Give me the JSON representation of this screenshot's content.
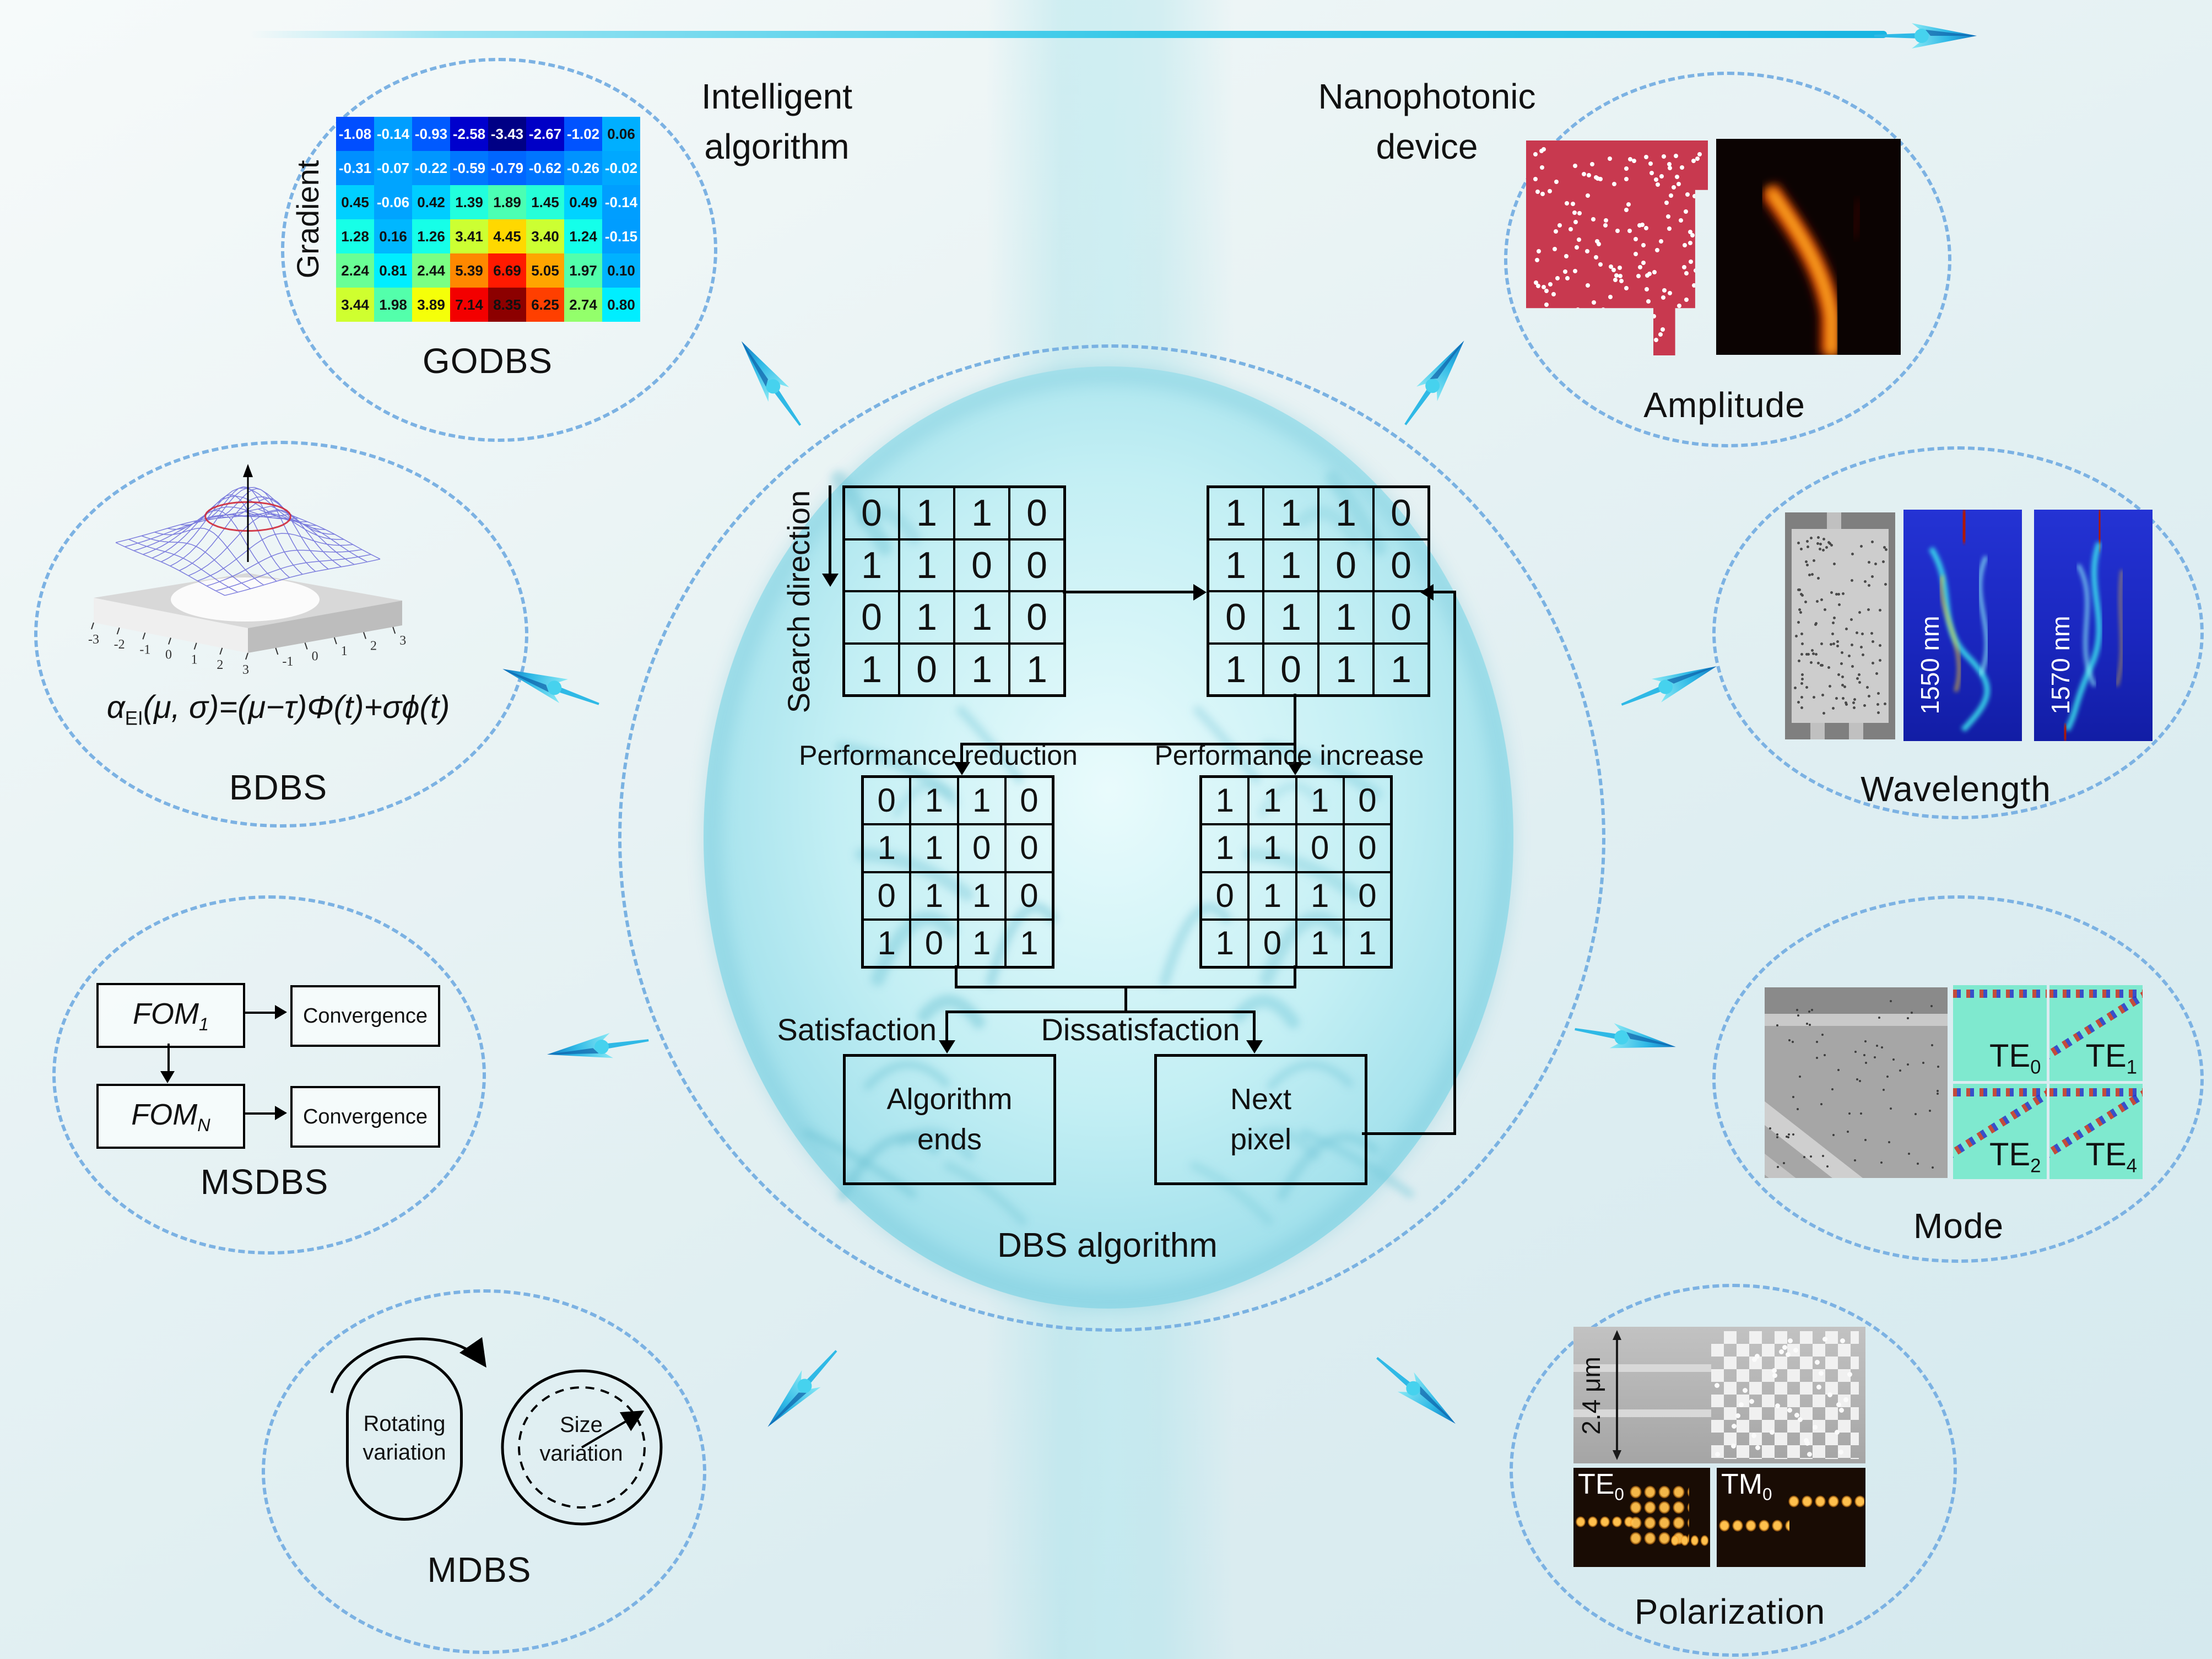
{
  "palette": {
    "accent_cyan": "#2fc3e6",
    "ellipse_dash_blue": "#7cb2e3",
    "device_red": "#c8394f",
    "sim_blue": "#1f2fd2",
    "mode_turquoise": "#7fe9cf"
  },
  "top": {
    "left_heading": "Intelligent\nalgorithm",
    "right_heading": "Nanophotonic\ndevice"
  },
  "center": {
    "search_direction": "Search direction",
    "performance_reduction": "Performance reduction",
    "performance_increase": "Performance increase",
    "satisfaction": "Satisfaction",
    "dissatisfaction": "Dissatisfaction",
    "algorithm_ends": "Algorithm\nends",
    "next_pixel": "Next\npixel",
    "title": "DBS algorithm",
    "matrix_initial": [
      [
        0,
        1,
        1,
        0
      ],
      [
        1,
        1,
        0,
        0
      ],
      [
        0,
        1,
        1,
        0
      ],
      [
        1,
        0,
        1,
        1
      ]
    ],
    "matrix_flipped": [
      [
        1,
        1,
        1,
        0
      ],
      [
        1,
        1,
        0,
        0
      ],
      [
        0,
        1,
        1,
        0
      ],
      [
        1,
        0,
        1,
        1
      ]
    ],
    "matrix_reduced": [
      [
        0,
        1,
        1,
        0
      ],
      [
        1,
        1,
        0,
        0
      ],
      [
        0,
        1,
        1,
        0
      ],
      [
        1,
        0,
        1,
        1
      ]
    ],
    "matrix_increased": [
      [
        1,
        1,
        1,
        0
      ],
      [
        1,
        1,
        0,
        0
      ],
      [
        0,
        1,
        1,
        0
      ],
      [
        1,
        0,
        1,
        1
      ]
    ]
  },
  "godbs": {
    "vertical_label": "Gradient",
    "title": "GODBS",
    "heatmap_range": [
      -3.5,
      8.5
    ],
    "heatmap": [
      [
        "-1.08",
        "-0.14",
        "-0.93",
        "-2.58",
        "-3.43",
        "-2.67",
        "-1.02",
        "0.06"
      ],
      [
        "-0.31",
        "-0.07",
        "-0.22",
        "-0.59",
        "-0.79",
        "-0.62",
        "-0.26",
        "-0.02"
      ],
      [
        "0.45",
        "-0.06",
        "0.42",
        "1.39",
        "1.89",
        "1.45",
        "0.49",
        "-0.14"
      ],
      [
        "1.28",
        "0.16",
        "1.26",
        "3.41",
        "4.45",
        "3.40",
        "1.24",
        "-0.15"
      ],
      [
        "2.24",
        "0.81",
        "2.44",
        "5.39",
        "6.69",
        "5.05",
        "1.97",
        "0.10"
      ],
      [
        "3.44",
        "1.98",
        "3.89",
        "7.14",
        "8.35",
        "6.25",
        "2.74",
        "0.80"
      ]
    ]
  },
  "bdbs": {
    "formula_alpha": "α",
    "formula_sub": "EI",
    "formula_rest": "(μ, σ)=(μ−τ)Φ(t)+σϕ(t)",
    "title": "BDBS",
    "x_ticks": [
      "-3",
      "-2",
      "-1",
      "0",
      "1",
      "2",
      "3"
    ],
    "y_ticks": [
      "-1",
      "0",
      "1",
      "2",
      "3"
    ]
  },
  "msdbs": {
    "fom_label": "FOM",
    "fom1_sub": "1",
    "fomN_sub": "N",
    "convergence1": "Convergence",
    "convergence2": "Convergence",
    "title": "MSDBS"
  },
  "mdbs": {
    "capsule_label": "Rotating\nvariation",
    "circle_label": "Size\nvariation",
    "title": "MDBS"
  },
  "amplitude": {
    "title": "Amplitude"
  },
  "wavelength": {
    "title": "Wavelength",
    "panel_labels": [
      "1550 nm",
      "1570 nm"
    ]
  },
  "mode": {
    "title": "Mode",
    "tile_labels": [
      {
        "main": "TE",
        "sub": "0"
      },
      {
        "main": "TE",
        "sub": "1"
      },
      {
        "main": "TE",
        "sub": "2"
      },
      {
        "main": "TE",
        "sub": "4"
      }
    ]
  },
  "polarization": {
    "title": "Polarization",
    "dimension_label": "2.4 μm",
    "panel_labels": [
      {
        "main": "TE",
        "sub": "0"
      },
      {
        "main": "TM",
        "sub": "0"
      }
    ]
  }
}
